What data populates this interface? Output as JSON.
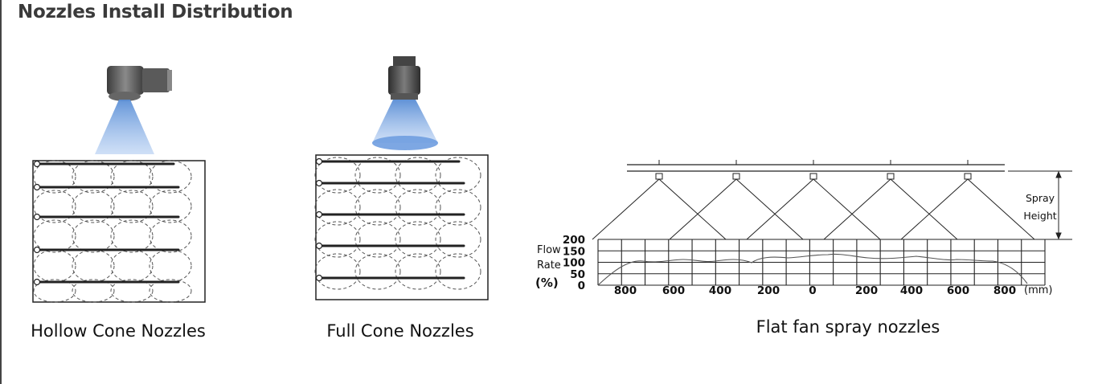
{
  "title": "Nozzles Install  Distribution",
  "panels": [
    {
      "id": "hollow",
      "caption": "Hollow Cone Nozzles"
    },
    {
      "id": "full",
      "caption": "Full Cone Nozzles"
    },
    {
      "id": "flat",
      "caption": "Flat fan spray nozzles"
    }
  ],
  "flat_fan_diagram": {
    "spray_height_label": [
      "Spray",
      "Height"
    ],
    "y_axis_label": [
      "Flow",
      "Rate",
      "(%)"
    ],
    "y_ticks": [
      "200",
      "150",
      "100",
      "50",
      "0"
    ],
    "x_ticks": [
      "800",
      "600",
      "400",
      "200",
      "0",
      "200",
      "400",
      "600",
      "800"
    ],
    "x_unit": "(mm)",
    "nozzle_count": 5
  },
  "colors": {
    "spray": "#5b8fd6",
    "line": "#222222",
    "dashed": "#555555"
  }
}
